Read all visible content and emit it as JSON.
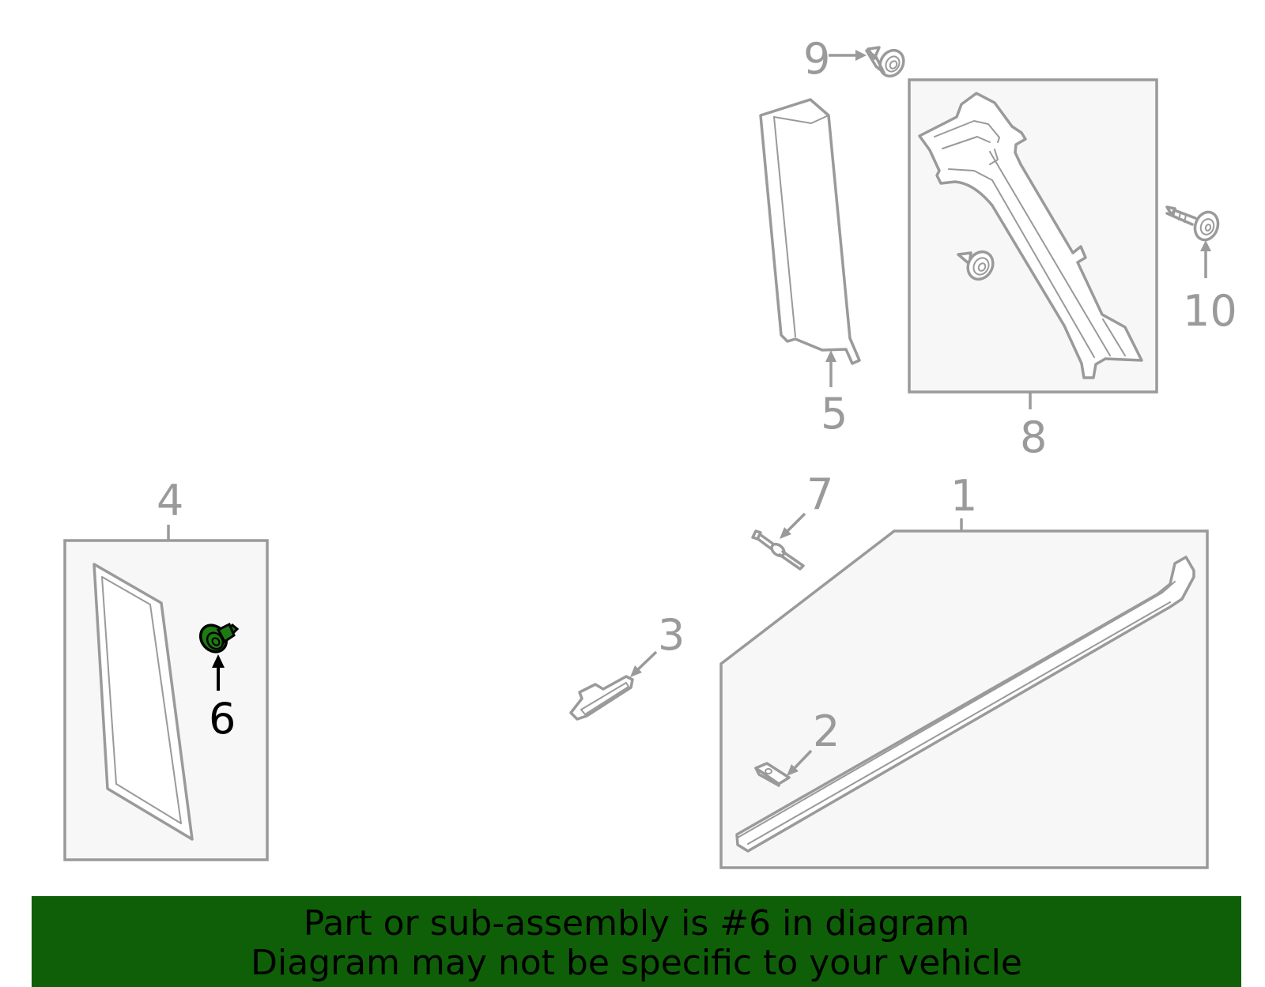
{
  "diagram": {
    "callouts": [
      "1",
      "2",
      "3",
      "4",
      "5",
      "6",
      "7",
      "8",
      "9",
      "10"
    ],
    "highlighted_part": "6",
    "highlight_color": "#1e7a12"
  },
  "banner": {
    "line1": "Part or sub-assembly is #6 in diagram",
    "line2": "Diagram may not be specific to your vehicle",
    "background_color": "#0f5f08"
  }
}
